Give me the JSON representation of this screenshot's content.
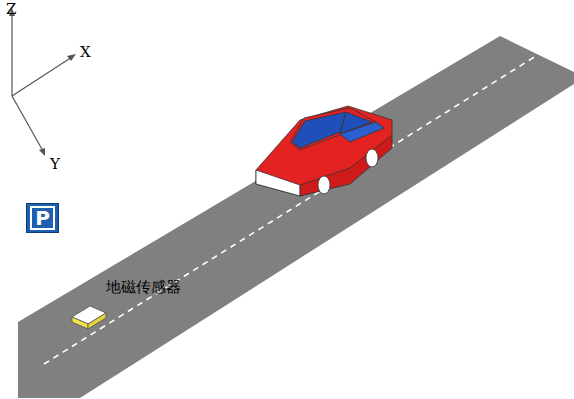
{
  "diagram": {
    "nodes": [
      {
        "text": [
          "P"
        ]
      }
    ],
    "labels": [
      "Z",
      "X",
      "Y",
      "地磁传感器"
    ]
  }
}
